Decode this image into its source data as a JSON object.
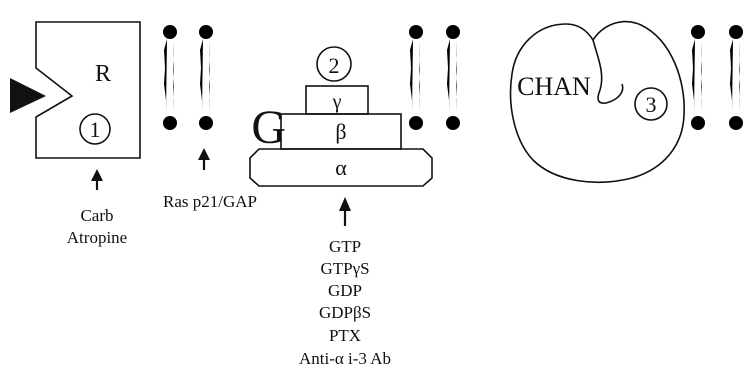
{
  "receptor": {
    "label": "R",
    "site": "1"
  },
  "gprotein": {
    "label": "G",
    "site": "2",
    "subunits": {
      "gamma": "γ",
      "beta": "β",
      "alpha": "α"
    }
  },
  "channel": {
    "label": "CHAN",
    "site": "3"
  },
  "regulators": {
    "receptor": [
      "Carb",
      "Atropine"
    ],
    "lipid": "Ras p21/GAP",
    "gprotein": [
      "GTP",
      "GTPγS",
      "GDP",
      "GDPβS",
      "PTX",
      "Anti-α i-3 Ab"
    ]
  }
}
